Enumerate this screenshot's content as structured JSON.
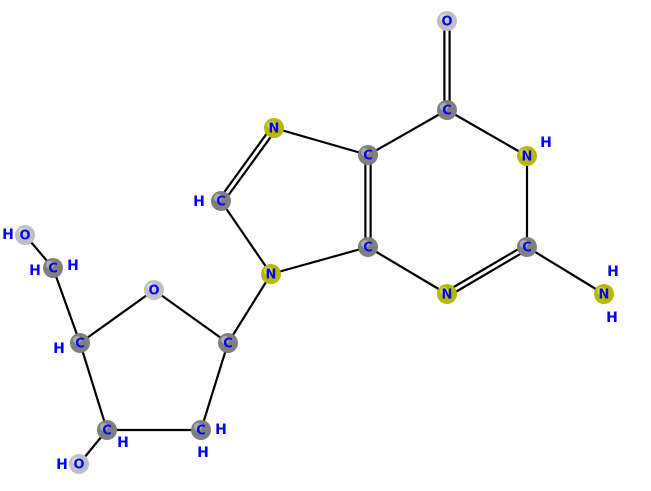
{
  "colors": {
    "carbon": "#7f7f7f",
    "nitrogen": "#b8b800",
    "oxygen": "#c0c0c0",
    "label": "#0000ff",
    "bond": "#000000",
    "background": "#ffffff"
  },
  "atoms": [
    {
      "id": "O6",
      "element": "O",
      "label": "O"
    },
    {
      "id": "C6",
      "element": "C",
      "label": "C"
    },
    {
      "id": "N1",
      "element": "N",
      "label": "N"
    },
    {
      "id": "C2",
      "element": "C",
      "label": "C"
    },
    {
      "id": "N2",
      "element": "N",
      "label": "N"
    },
    {
      "id": "N3",
      "element": "N",
      "label": "N"
    },
    {
      "id": "C4",
      "element": "C",
      "label": "C"
    },
    {
      "id": "C5",
      "element": "C",
      "label": "C"
    },
    {
      "id": "N7",
      "element": "N",
      "label": "N"
    },
    {
      "id": "C8",
      "element": "C",
      "label": "C"
    },
    {
      "id": "N9",
      "element": "N",
      "label": "N"
    },
    {
      "id": "C1p",
      "element": "C",
      "label": "C"
    },
    {
      "id": "O4p",
      "element": "O",
      "label": "O"
    },
    {
      "id": "C4p",
      "element": "C",
      "label": "C"
    },
    {
      "id": "C5p",
      "element": "C",
      "label": "C"
    },
    {
      "id": "O5p",
      "element": "O",
      "label": "O"
    },
    {
      "id": "C3p",
      "element": "C",
      "label": "C"
    },
    {
      "id": "O3p",
      "element": "O",
      "label": "O"
    },
    {
      "id": "C2p",
      "element": "C",
      "label": "C"
    }
  ],
  "hydrogens": [
    {
      "atom": "N1",
      "label": "H"
    },
    {
      "atom": "N2",
      "label": "H"
    },
    {
      "atom": "N2",
      "label": "H"
    },
    {
      "atom": "C8",
      "label": "H"
    },
    {
      "atom": "O5p",
      "label": "H"
    },
    {
      "atom": "C5p",
      "label": "H"
    },
    {
      "atom": "C5p",
      "label": "H"
    },
    {
      "atom": "C4p",
      "label": "H"
    },
    {
      "atom": "C3p",
      "label": "H"
    },
    {
      "atom": "O3p",
      "label": "H"
    },
    {
      "atom": "C2p",
      "label": "H"
    },
    {
      "atom": "C2p",
      "label": "H"
    }
  ],
  "bonds": [
    {
      "from": "O6",
      "to": "C6",
      "order": 2
    },
    {
      "from": "C6",
      "to": "N1",
      "order": 1
    },
    {
      "from": "N1",
      "to": "C2",
      "order": 1
    },
    {
      "from": "C2",
      "to": "N2",
      "order": 1
    },
    {
      "from": "C2",
      "to": "N3",
      "order": 2
    },
    {
      "from": "N3",
      "to": "C4",
      "order": 1
    },
    {
      "from": "C4",
      "to": "C5",
      "order": 2
    },
    {
      "from": "C5",
      "to": "C6",
      "order": 1
    },
    {
      "from": "C5",
      "to": "N7",
      "order": 1
    },
    {
      "from": "N7",
      "to": "C8",
      "order": 2
    },
    {
      "from": "C8",
      "to": "N9",
      "order": 1
    },
    {
      "from": "N9",
      "to": "C4",
      "order": 1
    },
    {
      "from": "N9",
      "to": "C1p",
      "order": 1
    },
    {
      "from": "C1p",
      "to": "O4p",
      "order": 1
    },
    {
      "from": "O4p",
      "to": "C4p",
      "order": 1
    },
    {
      "from": "C4p",
      "to": "C5p",
      "order": 1
    },
    {
      "from": "C5p",
      "to": "O5p",
      "order": 1
    },
    {
      "from": "C4p",
      "to": "C3p",
      "order": 1
    },
    {
      "from": "C3p",
      "to": "O3p",
      "order": 1
    },
    {
      "from": "C3p",
      "to": "C2p",
      "order": 1
    },
    {
      "from": "C2p",
      "to": "C1p",
      "order": 1
    }
  ]
}
